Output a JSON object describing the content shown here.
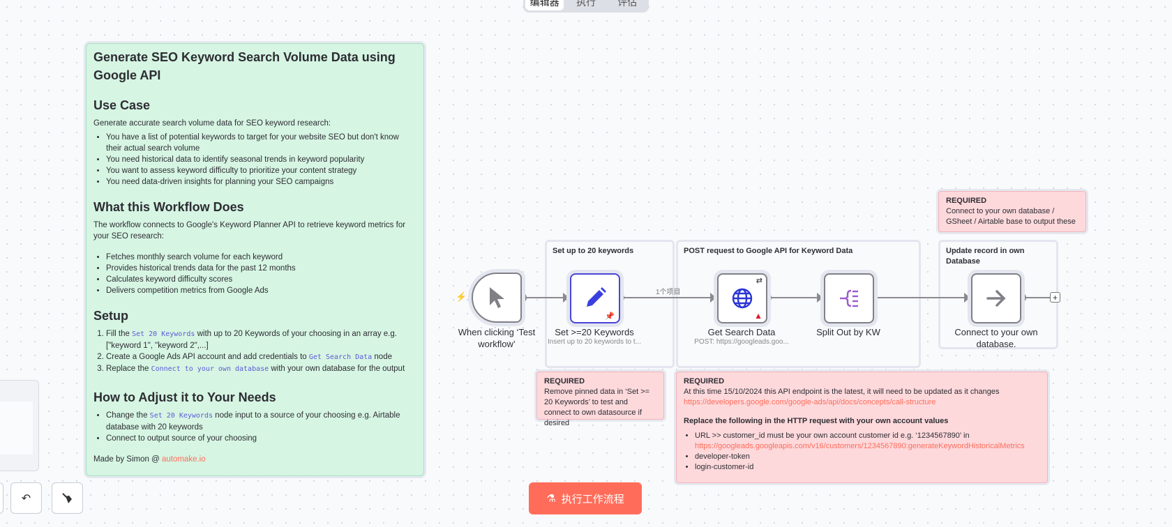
{
  "tabs": [
    "编辑器",
    "执行",
    "评估"
  ],
  "sticky": {
    "title": "Generate SEO Keyword Search Volume Data using Google API",
    "use_case": {
      "heading": "Use Case",
      "intro": "Generate accurate search volume data for SEO keyword research:",
      "items": [
        "You have a list of potential keywords to target for your website SEO but don't know their actual search volume",
        "You need historical data to identify seasonal trends in keyword popularity",
        "You want to assess keyword difficulty to prioritize your content strategy",
        "You need data-driven insights for planning your SEO campaigns"
      ]
    },
    "does": {
      "heading": "What this Workflow Does",
      "intro": "The workflow connects to Google's Keyword Planner API to retrieve keyword metrics for your SEO research:",
      "items": [
        "Fetches monthly search volume for each keyword",
        "Provides historical trends data for the past 12 months",
        "Calculates keyword difficulty scores",
        "Delivers competition metrics from Google Ads"
      ]
    },
    "setup": {
      "heading": "Setup",
      "s1a": "Fill the ",
      "s1code": "Set 20 Keywords",
      "s1b": " with up to 20 Keywords of your choosing in an array e.g. [\"keyword 1\", \"keyword 2\",...]",
      "s2a": "Create a Google Ads API account and add credentials to ",
      "s2code": "Get Search Data",
      "s2b": " node",
      "s3a": "Replace the ",
      "s3code": "Connect to your own database",
      "s3b": " with your own database for the output"
    },
    "adjust": {
      "heading": "How to Adjust it to Your Needs",
      "a1a": "Change the ",
      "a1code": "Set 20 Keywords",
      "a1b": " node input to a source of your choosing e.g. Airtable database with 20 keywords",
      "a2": "Connect to output source of your choosing"
    },
    "made_by": "Made by Simon @ ",
    "made_link": "automake.io"
  },
  "groups": {
    "set": "Set up to 20 keywords",
    "post": "POST request to Google API for Keyword Data",
    "update": "Update record in own Database"
  },
  "nodes": {
    "trigger": {
      "label": "When clicking ‘Test workflow’"
    },
    "set": {
      "label": "Set >=20 Keywords",
      "sub": "Insert up to 20 keywords to t..."
    },
    "http": {
      "label": "Get Search Data",
      "sub": "POST: https://googleads.goo..."
    },
    "split": {
      "label": "Split Out by KW"
    },
    "noop": {
      "label": "Connect to your own database."
    }
  },
  "edge_label": "1个项目",
  "required": {
    "top": {
      "title": "REQUIRED",
      "text": "Connect to your own database / GSheet / Airtable base to output these"
    },
    "left": {
      "title": "REQUIRED",
      "text": "Remove pinned data in ‘Set >= 20 Keywords’ to test and connect to own datasource if desired"
    },
    "big": {
      "title": "REQUIRED",
      "text": "At this time 15/10/2024 this API endpoint is the latest, it will need to be updated as it changes",
      "link": "https://developers.google.com/google-ads/api/docs/concepts/call-structure",
      "subhead": "Replace the following in the HTTP request with your own account values",
      "i1": "URL >> customer_id must be your own account customer id e.g. ‘1234567890’ in",
      "i1link": "https://googleads.googleapis.com/v16/customers/1234567890:generateKeywordHistoricalMetrics",
      "i2": "developer-token",
      "i3": "login-customer-id"
    }
  },
  "execute_label": "执行工作流程",
  "colors": {
    "accent": "#ff6d5a",
    "sticky_green": "#d6f5e3",
    "required_red": "#fdd9dc",
    "set_icon": "#3b3fe0",
    "split_icon": "#9b59d0"
  }
}
